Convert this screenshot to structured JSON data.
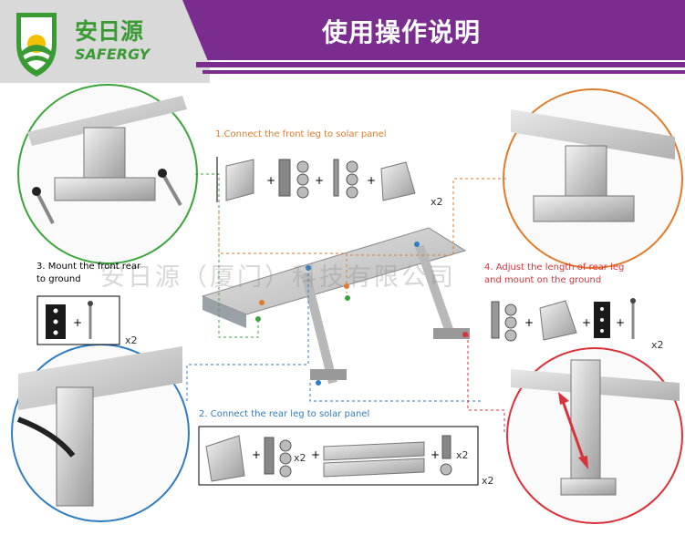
{
  "header": {
    "title": "使用操作说明",
    "logo_cn": "安日源",
    "logo_en": "SAFERGY",
    "colors": {
      "band": "#7b2d8f",
      "logo_green": "#3a9b34",
      "logo_yellow": "#f5c000"
    }
  },
  "steps": {
    "step1": "1.Connect the front leg to solar panel",
    "step2": "2. Connect the rear leg to solar panel",
    "step3_line1": "3. Mount the front rear",
    "step3_line2": "to ground",
    "step4_line1": "4. Adjust the length of rear leg",
    "step4_line2": "and mount on the ground"
  },
  "quantities": {
    "step1": "x2",
    "step2_bolt": "x2",
    "step2_nut": "x2",
    "step2_box": "x2",
    "step3": "x2",
    "step4": "x2"
  },
  "watermark": "安日源（厦门）科技有限公司",
  "colors": {
    "step1_orange": "#e07b2a",
    "step2_blue": "#2f7dc0",
    "step3_green": "#3aa53a",
    "step4_red": "#d8323a"
  }
}
